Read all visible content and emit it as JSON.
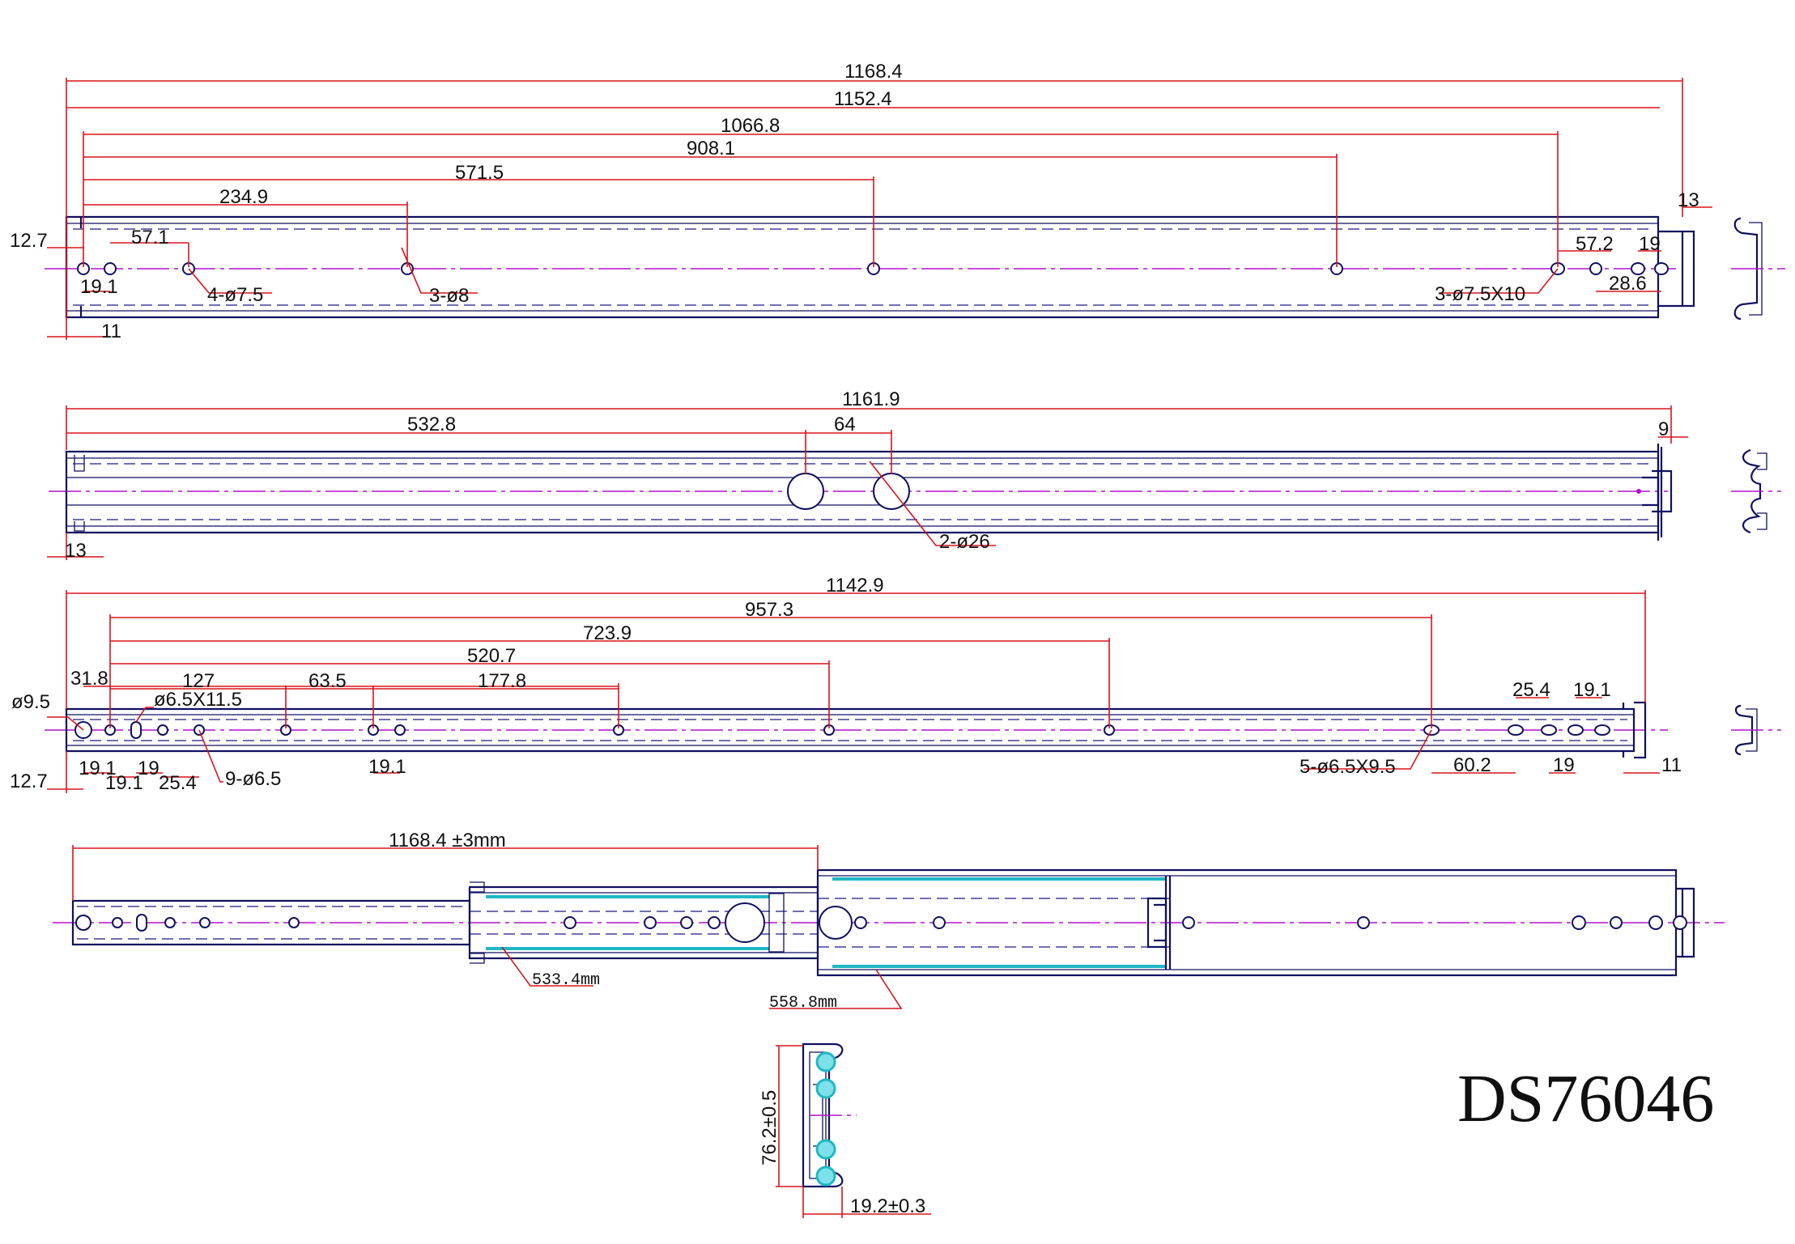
{
  "model": "DS76046",
  "views": {
    "outer_member": {
      "dims": [
        "1168.4",
        "1152.4",
        "1066.8",
        "908.1",
        "571.5",
        "234.9",
        "12.7",
        "57.1",
        "19.1",
        "11",
        "13",
        "57.2",
        "19",
        "28.6"
      ],
      "callouts": [
        "4-ø7.5",
        "3-ø8",
        "3-ø7.5X10"
      ]
    },
    "intermediate_member": {
      "dims": [
        "1161.9",
        "532.8",
        "64",
        "9",
        "13"
      ],
      "callouts": [
        "2-ø26"
      ]
    },
    "inner_member": {
      "dims": [
        "1142.9",
        "957.3",
        "723.9",
        "520.7",
        "31.8",
        "127",
        "63.5",
        "177.8",
        "ø9.5",
        "19.1",
        "19.1",
        "19",
        "25.4",
        "12.7",
        "19.1",
        "25.4",
        "19.1",
        "60.2",
        "19",
        "11"
      ],
      "callouts": [
        "ø6.5X11.5",
        "9-ø6.5",
        "5-ø6.5X9.5"
      ]
    },
    "extended_assembly": {
      "dims": [
        "1168.4 ±3mm",
        "533.4mm",
        "558.8mm"
      ]
    },
    "cross_section": {
      "dims": [
        "76.2±0.5",
        "19.2±0.3"
      ]
    }
  }
}
